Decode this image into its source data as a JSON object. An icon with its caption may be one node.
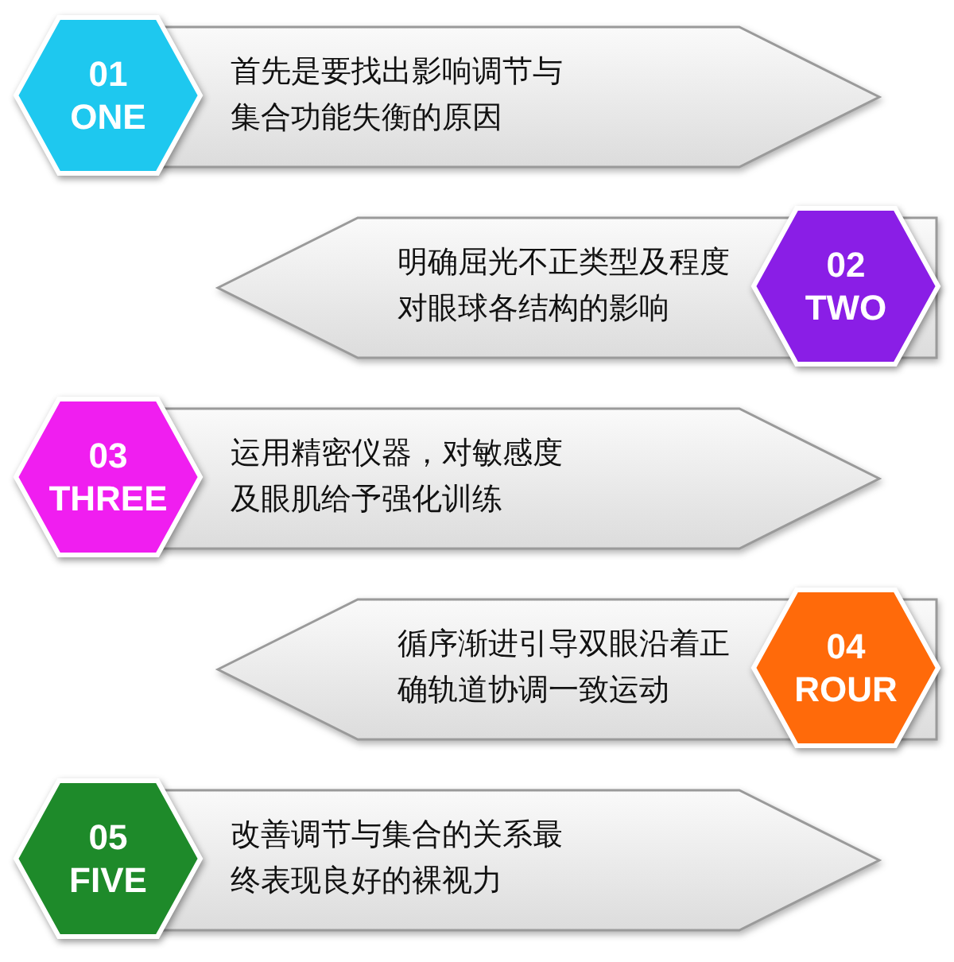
{
  "diagram": {
    "nodes": [
      {
        "text": [
          "01",
          "ONE"
        ]
      },
      {
        "text": [
          "首先是要找出影响调节与集合功能失衡的原因"
        ]
      },
      {
        "text": [
          "明确屈光不正类型及程度对眼球各结构的影响"
        ]
      },
      {
        "text": [
          "02",
          "TWO"
        ]
      },
      {
        "text": [
          "03",
          "THREE"
        ]
      },
      {
        "text": [
          "运用精密仪器，对敏感度及眼肌给予强化训练"
        ]
      },
      {
        "text": [
          "循序渐进引导双眼沿着正确轨道协调一致运动"
        ]
      },
      {
        "text": [
          "04",
          "ROUR"
        ]
      },
      {
        "text": [
          "05",
          "FIVE"
        ]
      },
      {
        "text": [
          "改善调节与集合的关系最终表现良好的裸视力"
        ]
      }
    ]
  }
}
